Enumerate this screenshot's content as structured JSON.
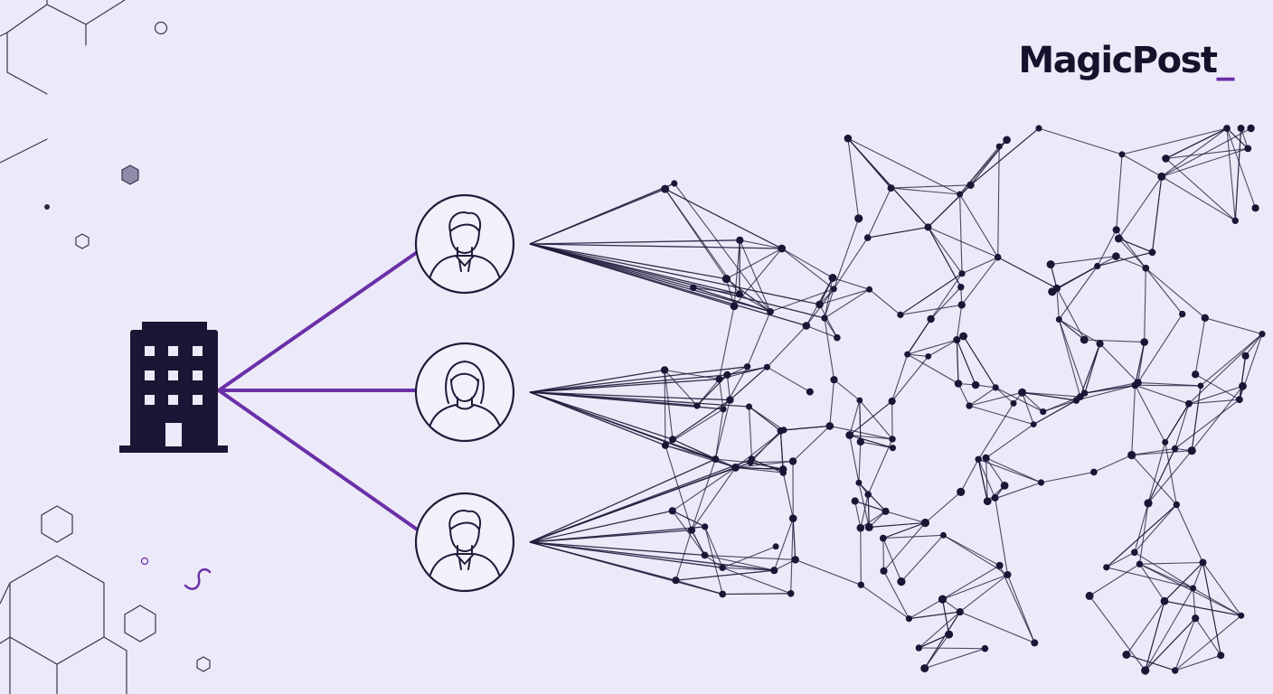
{
  "brand": {
    "name": "MagicPost",
    "cursor": "_",
    "text_color": "#15122B",
    "accent_color": "#6B2FA8"
  },
  "colors": {
    "background": "#ECEAF8",
    "ink": "#1F1B3A",
    "connector": "#6B2FA8",
    "decor_line": "#3A3750"
  },
  "diagram": {
    "source": {
      "icon": "building-icon"
    },
    "people": [
      {
        "icon": "man-avatar-icon"
      },
      {
        "icon": "woman-avatar-icon"
      },
      {
        "icon": "man-avatar-icon"
      }
    ],
    "network": {
      "node_count": 170,
      "style": "dense interconnected network fanning out from each person"
    }
  }
}
